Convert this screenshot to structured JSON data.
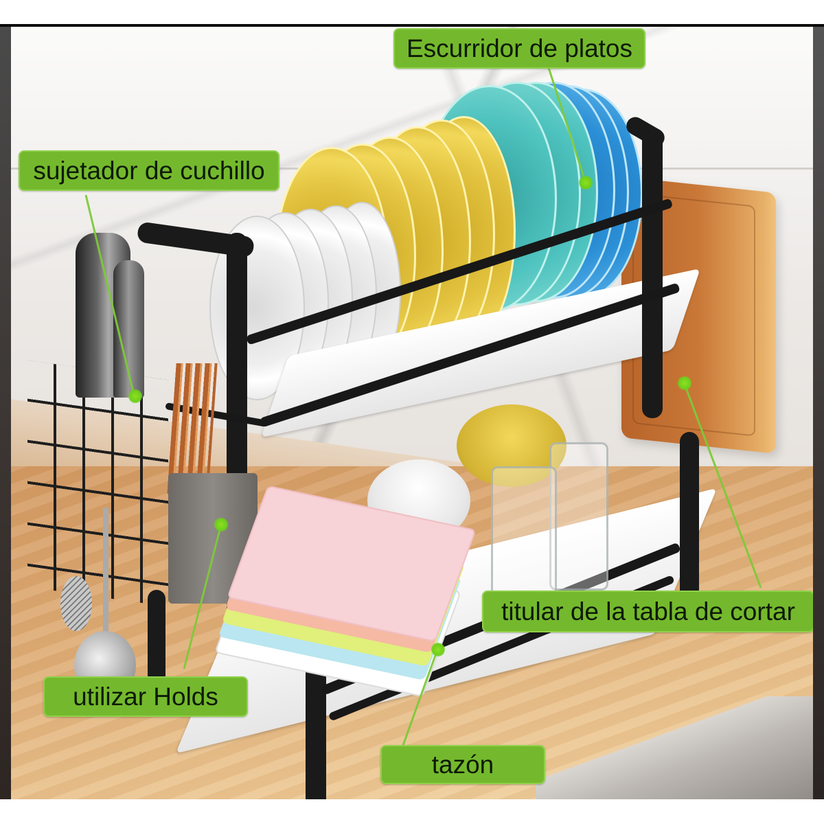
{
  "infographic": {
    "subject": "2-tier dish drying rack",
    "callout_color": "#74b92d",
    "callout_text_color": "#0d1a08",
    "leader_color": "#7ec83a",
    "callouts": [
      {
        "id": "dish-drainer",
        "label": "Escurridor de platos"
      },
      {
        "id": "knife-holder",
        "label": "sujetador de cuchillo"
      },
      {
        "id": "cutting-board-holder",
        "label": "titular de la tabla de cortar"
      },
      {
        "id": "utensil-holder",
        "label": "utilizar Holds"
      },
      {
        "id": "bowl",
        "label": "tazón"
      }
    ]
  }
}
